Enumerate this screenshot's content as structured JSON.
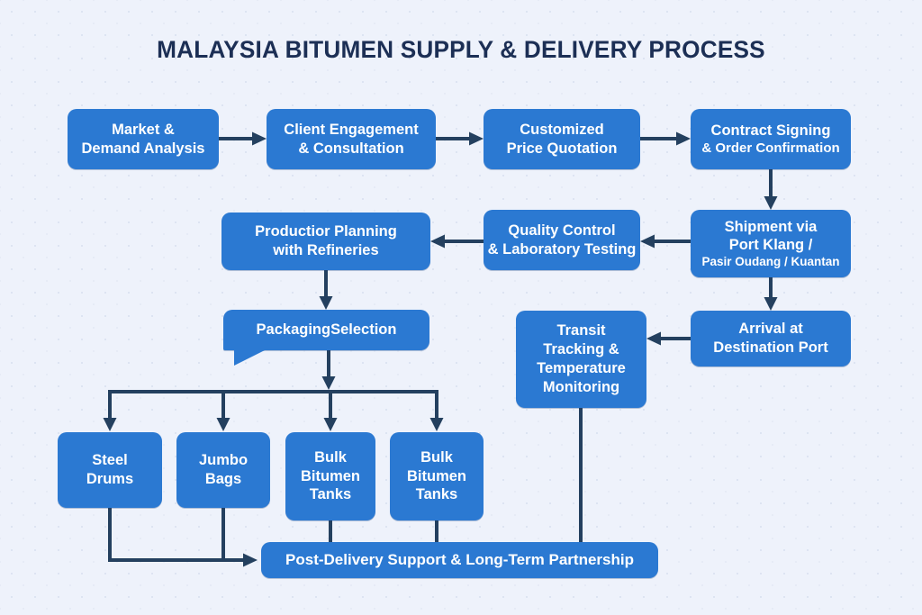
{
  "title": "MALAYSIA BITUMEN SUPPLY & DELIVERY PROCESS",
  "colors": {
    "background": "#eef2fb",
    "box_fill": "#2b79d2",
    "box_text": "#ffffff",
    "arrow": "#24405f",
    "title_text": "#1c2f55"
  },
  "nodes": {
    "market": {
      "label": "Market &\nDemand Analysis"
    },
    "client": {
      "label": "Client Engagement\n& Consultation"
    },
    "quote": {
      "label": "Customized\nPrice Quotation"
    },
    "contract": {
      "label": "Contract Signing",
      "sub": "& Order Confirmation"
    },
    "production": {
      "label": "Productior Planning\nwith Refineries"
    },
    "quality": {
      "label": "Quality Control\n& Laboratory Testing"
    },
    "shipment": {
      "label": "Shipment via\nPort Klang /",
      "sub": "Pasir Oudang / Kuantan"
    },
    "packaging": {
      "label": "PackagingSelection"
    },
    "transit": {
      "label": "Transit\nTracking &\nTemperature\nMonitoring"
    },
    "arrival": {
      "label": "Arrival at\nDestination Port"
    },
    "steel": {
      "label": "Steel\nDrums"
    },
    "jumbo": {
      "label": "Jumbo\nBags"
    },
    "bulk1": {
      "label": "Bulk\nBitumen\nTanks"
    },
    "bulk2": {
      "label": "Bulk\nBitumen\nTanks"
    },
    "post": {
      "label": "Post-Delivery Support & Long-Term Partnership"
    }
  },
  "edges": [
    {
      "from": "Market & Demand Analysis",
      "to": "Client Engagement & Consultation"
    },
    {
      "from": "Client Engagement & Consultation",
      "to": "Customized Price Quotation"
    },
    {
      "from": "Customized Price Quotation",
      "to": "Contract Signing & Order Confirmation"
    },
    {
      "from": "Contract Signing & Order Confirmation",
      "to": "Shipment via Port Klang / Pasir Oudang / Kuantan"
    },
    {
      "from": "Shipment via Port Klang / Pasir Oudang / Kuantan",
      "to": "Quality Control & Laboratory Testing"
    },
    {
      "from": "Quality Control & Laboratory Testing",
      "to": "Productior Planning with Refineries"
    },
    {
      "from": "Productior Planning with Refineries",
      "to": "PackagingSelection"
    },
    {
      "from": "Shipment via Port Klang / Pasir Oudang / Kuantan",
      "to": "Arrival at Destination Port"
    },
    {
      "from": "Arrival at Destination Port",
      "to": "Transit Tracking & Temperature Monitoring"
    },
    {
      "from": "PackagingSelection",
      "to": "Steel Drums"
    },
    {
      "from": "PackagingSelection",
      "to": "Jumbo Bags"
    },
    {
      "from": "PackagingSelection",
      "to": "Bulk Bitumen Tanks"
    },
    {
      "from": "PackagingSelection",
      "to": "Bulk Bitumen Tanks (2)"
    },
    {
      "from": "Steel Drums",
      "to": "Post-Delivery Support & Long-Term Partnership"
    },
    {
      "from": "Jumbo Bags",
      "to": "Post-Delivery Support & Long-Term Partnership"
    },
    {
      "from": "Bulk Bitumen Tanks",
      "to": "Post-Delivery Support & Long-Term Partnership"
    },
    {
      "from": "Bulk Bitumen Tanks (2)",
      "to": "Post-Delivery Support & Long-Term Partnership"
    },
    {
      "from": "Transit Tracking & Temperature Monitoring",
      "to": "Post-Delivery Support & Long-Term Partnership"
    }
  ]
}
